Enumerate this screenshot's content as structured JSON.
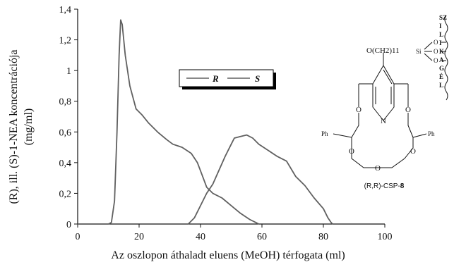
{
  "chart_data": {
    "type": "line",
    "xlabel": "Az oszlopon áthaladt eluens (MeOH) térfogata (ml)",
    "ylabel_line1": "(R), ill. (S)-1-NEA koncentrációja",
    "ylabel_line2": "(mg/ml)",
    "xlim": [
      0,
      100
    ],
    "ylim": [
      0,
      1.4
    ],
    "x_ticks": [
      "0",
      "20",
      "40",
      "60",
      "80",
      "100"
    ],
    "y_ticks": [
      "0",
      "0,2",
      "0,4",
      "0,6",
      "0,8",
      "1",
      "1,2",
      "1,4"
    ],
    "grid": false,
    "legend_placement": "top-center",
    "series": [
      {
        "name": "R",
        "color": "#606060",
        "points": [
          [
            0,
            0
          ],
          [
            10,
            0
          ],
          [
            11,
            0.01
          ],
          [
            12,
            0.15
          ],
          [
            12.8,
            0.6
          ],
          [
            13.5,
            1.1
          ],
          [
            14,
            1.33
          ],
          [
            14.5,
            1.3
          ],
          [
            15.5,
            1.1
          ],
          [
            17,
            0.9
          ],
          [
            19,
            0.75
          ],
          [
            21,
            0.71
          ],
          [
            23,
            0.66
          ],
          [
            26,
            0.6
          ],
          [
            29,
            0.55
          ],
          [
            31,
            0.52
          ],
          [
            34,
            0.5
          ],
          [
            37,
            0.46
          ],
          [
            39,
            0.4
          ],
          [
            40.5,
            0.32
          ],
          [
            42,
            0.24
          ],
          [
            44,
            0.2
          ],
          [
            47,
            0.17
          ],
          [
            50,
            0.12
          ],
          [
            53,
            0.07
          ],
          [
            56,
            0.03
          ],
          [
            58,
            0.01
          ],
          [
            59,
            0
          ]
        ]
      },
      {
        "name": "S",
        "color": "#606060",
        "points": [
          [
            36,
            0
          ],
          [
            38,
            0.04
          ],
          [
            40,
            0.12
          ],
          [
            42,
            0.2
          ],
          [
            44,
            0.26
          ],
          [
            46,
            0.35
          ],
          [
            48,
            0.44
          ],
          [
            50,
            0.52
          ],
          [
            51,
            0.56
          ],
          [
            53,
            0.57
          ],
          [
            55,
            0.58
          ],
          [
            57,
            0.56
          ],
          [
            59,
            0.52
          ],
          [
            62,
            0.48
          ],
          [
            65,
            0.44
          ],
          [
            68,
            0.41
          ],
          [
            71,
            0.31
          ],
          [
            74,
            0.25
          ],
          [
            77,
            0.17
          ],
          [
            80,
            0.1
          ],
          [
            81.5,
            0.04
          ],
          [
            82.5,
            0.01
          ],
          [
            83,
            0
          ]
        ]
      }
    ]
  },
  "structure": {
    "substituent": "O(CH2)11",
    "si": "Si",
    "o_labels": [
      "O",
      "O",
      "O"
    ],
    "ring_n": "N",
    "ring_o": [
      "O",
      "O",
      "O",
      "O",
      "O"
    ],
    "phenyls": [
      "Ph",
      "Ph"
    ],
    "caption_prefix": "(R,R)-CSP-",
    "caption_number": "8",
    "silica_letters": [
      "SZ",
      "I",
      "L",
      "I",
      "K",
      "A",
      "G",
      "É",
      "L"
    ]
  }
}
